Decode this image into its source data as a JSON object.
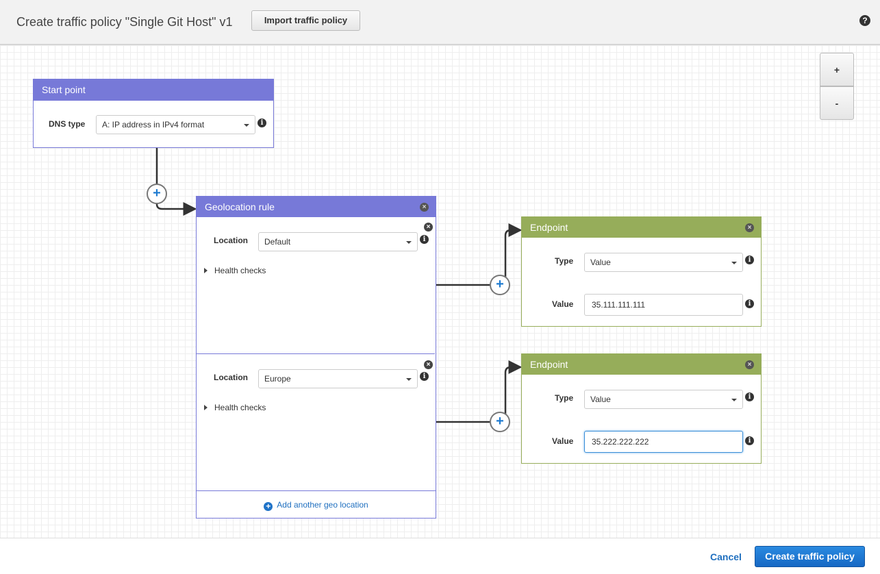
{
  "header": {
    "title": "Create traffic policy \"Single Git Host\" v1",
    "import_label": "Import traffic policy",
    "help_icon": "question-circle-icon"
  },
  "zoom": {
    "in_label": "+",
    "out_label": "-"
  },
  "start_point": {
    "title": "Start point",
    "dns_type_label": "DNS type",
    "dns_type_value": "A: IP address in IPv4 format"
  },
  "geo_rule": {
    "title": "Geolocation rule",
    "locations": [
      {
        "label": "Location",
        "value": "Default",
        "health_checks": "Health checks"
      },
      {
        "label": "Location",
        "value": "Europe",
        "health_checks": "Health checks"
      }
    ],
    "add_label": "Add another geo location"
  },
  "endpoints": [
    {
      "title": "Endpoint",
      "type_label": "Type",
      "type_value": "Value",
      "value_label": "Value",
      "value": "35.111.111.111"
    },
    {
      "title": "Endpoint",
      "type_label": "Type",
      "type_value": "Value",
      "value_label": "Value",
      "value": "35.222.222.222"
    }
  ],
  "footer": {
    "cancel_label": "Cancel",
    "create_label": "Create traffic policy"
  },
  "colors": {
    "rule": "#7779d8",
    "endpoint": "#96ad5a",
    "primary": "#1f73c8"
  }
}
